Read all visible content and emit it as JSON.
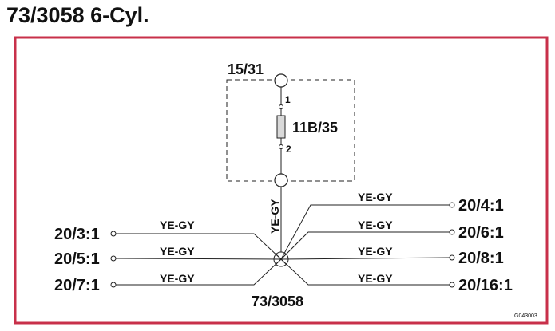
{
  "title": "73/3058 6-Cyl.",
  "colors": {
    "frame": "#c8304a",
    "line": "#222222",
    "fuse_fill": "#d9d9d9"
  },
  "relay": {
    "terminal_top": "15/31",
    "fuse": "11B/35",
    "pin_top": "1",
    "pin_bottom": "2"
  },
  "splice": {
    "label": "73/3058",
    "feed_wire_color": "YE-GY"
  },
  "left_connectors": [
    {
      "label": "20/3:1",
      "wire": "YE-GY"
    },
    {
      "label": "20/5:1",
      "wire": "YE-GY"
    },
    {
      "label": "20/7:1",
      "wire": "YE-GY"
    }
  ],
  "right_connectors": [
    {
      "label": "20/4:1",
      "wire": "YE-GY"
    },
    {
      "label": "20/6:1",
      "wire": "YE-GY"
    },
    {
      "label": "20/8:1",
      "wire": "YE-GY"
    },
    {
      "label": "20/16:1",
      "wire": "YE-GY"
    }
  ],
  "figure_code": "G043003"
}
